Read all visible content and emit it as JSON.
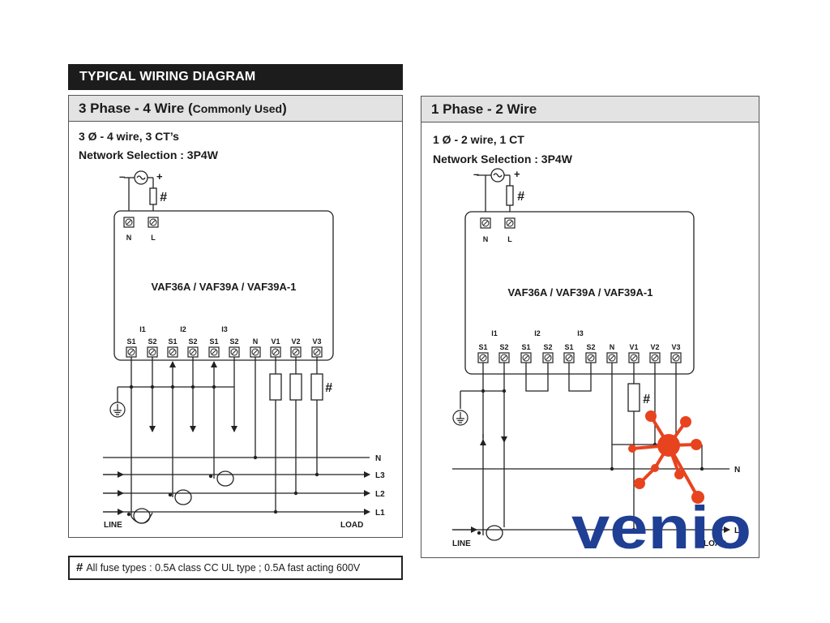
{
  "title": "TYPICAL WIRING DIAGRAM",
  "left_panel": {
    "heading_main": "3 Phase - 4 Wire (",
    "heading_small": "Commonly Used",
    "heading_close": ")",
    "line1": "3 Ø - 4 wire, 3 CT’s",
    "line2": "Network Selection : 3P4W"
  },
  "right_panel": {
    "heading": "1 Phase - 2 Wire",
    "line1": "1 Ø - 2 wire, 1 CT",
    "line2": "Network Selection : 3P4W"
  },
  "diagram": {
    "minus": "–",
    "plus": "+",
    "fuse_mark": "#",
    "device_model": "VAF36A / VAF39A / VAF39A-1",
    "aux_terminals": [
      "N",
      "L"
    ],
    "current_groups": [
      "I1",
      "I2",
      "I3"
    ],
    "terminals": [
      "S1",
      "S2",
      "S1",
      "S2",
      "S1",
      "S2",
      "N",
      "V1",
      "V2",
      "V3"
    ],
    "left_lines": [
      "N",
      "L3",
      "L2",
      "L1"
    ],
    "right_lines": [
      "N",
      "L"
    ],
    "line_label": "LINE",
    "load_label": "LOAD"
  },
  "footer": {
    "hash": "#",
    "text": "All fuse types : 0.5A class CC UL type ; 0.5A fast acting 600V"
  },
  "logo": {
    "text": "venio",
    "color_text": "#1f3f94",
    "color_mark": "#e8431f"
  }
}
